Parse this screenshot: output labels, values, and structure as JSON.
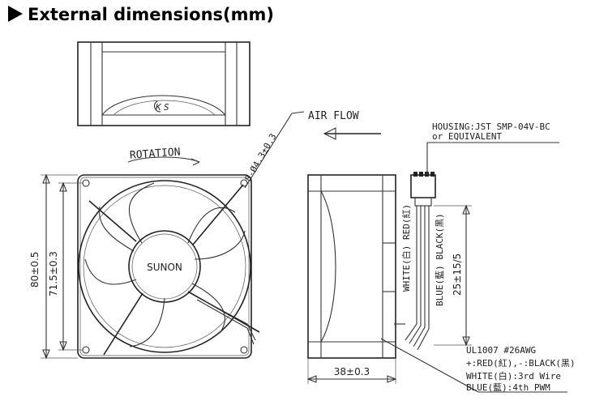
{
  "header": {
    "title": "External dimensions(mm)"
  },
  "labels": {
    "air_flow": "AIR FLOW",
    "rotation": "ROTATION",
    "hole_spec": "8-Ø4.3±0.3",
    "brand": "SUNON",
    "housing_line1": "HOUSING:JST SMP-04V-BC",
    "housing_line2": "or EQUIVALENT",
    "wire_white_red": "WHITE(白) RED(紅)",
    "wire_blue_black": "BLUE(藍) BLACK(黑)",
    "wire_spec_1": "UL1007 #26AWG",
    "wire_spec_2": "+:RED(紅),-:BLACK(黑)",
    "wire_spec_3": "WHITE(白):3rd Wire",
    "wire_spec_4": "BLUE(藍):4th PWM"
  },
  "dimensions": {
    "outer": "80±0.5",
    "hole_pitch": "71.5±0.3",
    "depth": "38±0.3",
    "lead": "25±15/5"
  }
}
